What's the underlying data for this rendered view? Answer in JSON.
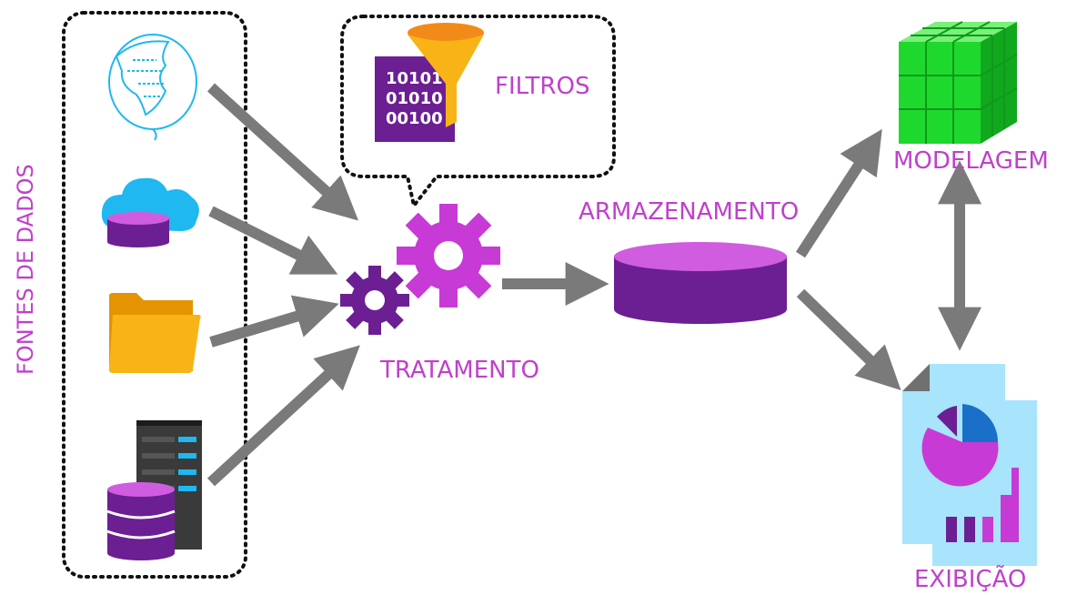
{
  "labels": {
    "fontes": "FONTES DE DADOS",
    "filtros": "FILTROS",
    "tratamento": "TRATAMENTO",
    "armazenamento": "ARMAZENAMENTO",
    "modelagem": "MODELAGEM",
    "exibicao": "EXIBIÇÃO"
  },
  "binary": [
    "10101",
    "01010",
    "00100"
  ],
  "colors": {
    "label": "#c040cc",
    "arrow": "#7a7a7a",
    "purple": "#6b1f93",
    "magenta": "#c73ad6",
    "orange": "#f5a800",
    "cloud": "#1fb8f0",
    "green": "#1fd82e",
    "paper": "#a8e4fb"
  },
  "icons": [
    "globe-icon",
    "cloud-database-icon",
    "folder-icon",
    "server-database-icon",
    "binary-document-icon",
    "funnel-icon",
    "gears-icon",
    "database-cylinder-icon",
    "cube-icon",
    "report-chart-icon"
  ]
}
